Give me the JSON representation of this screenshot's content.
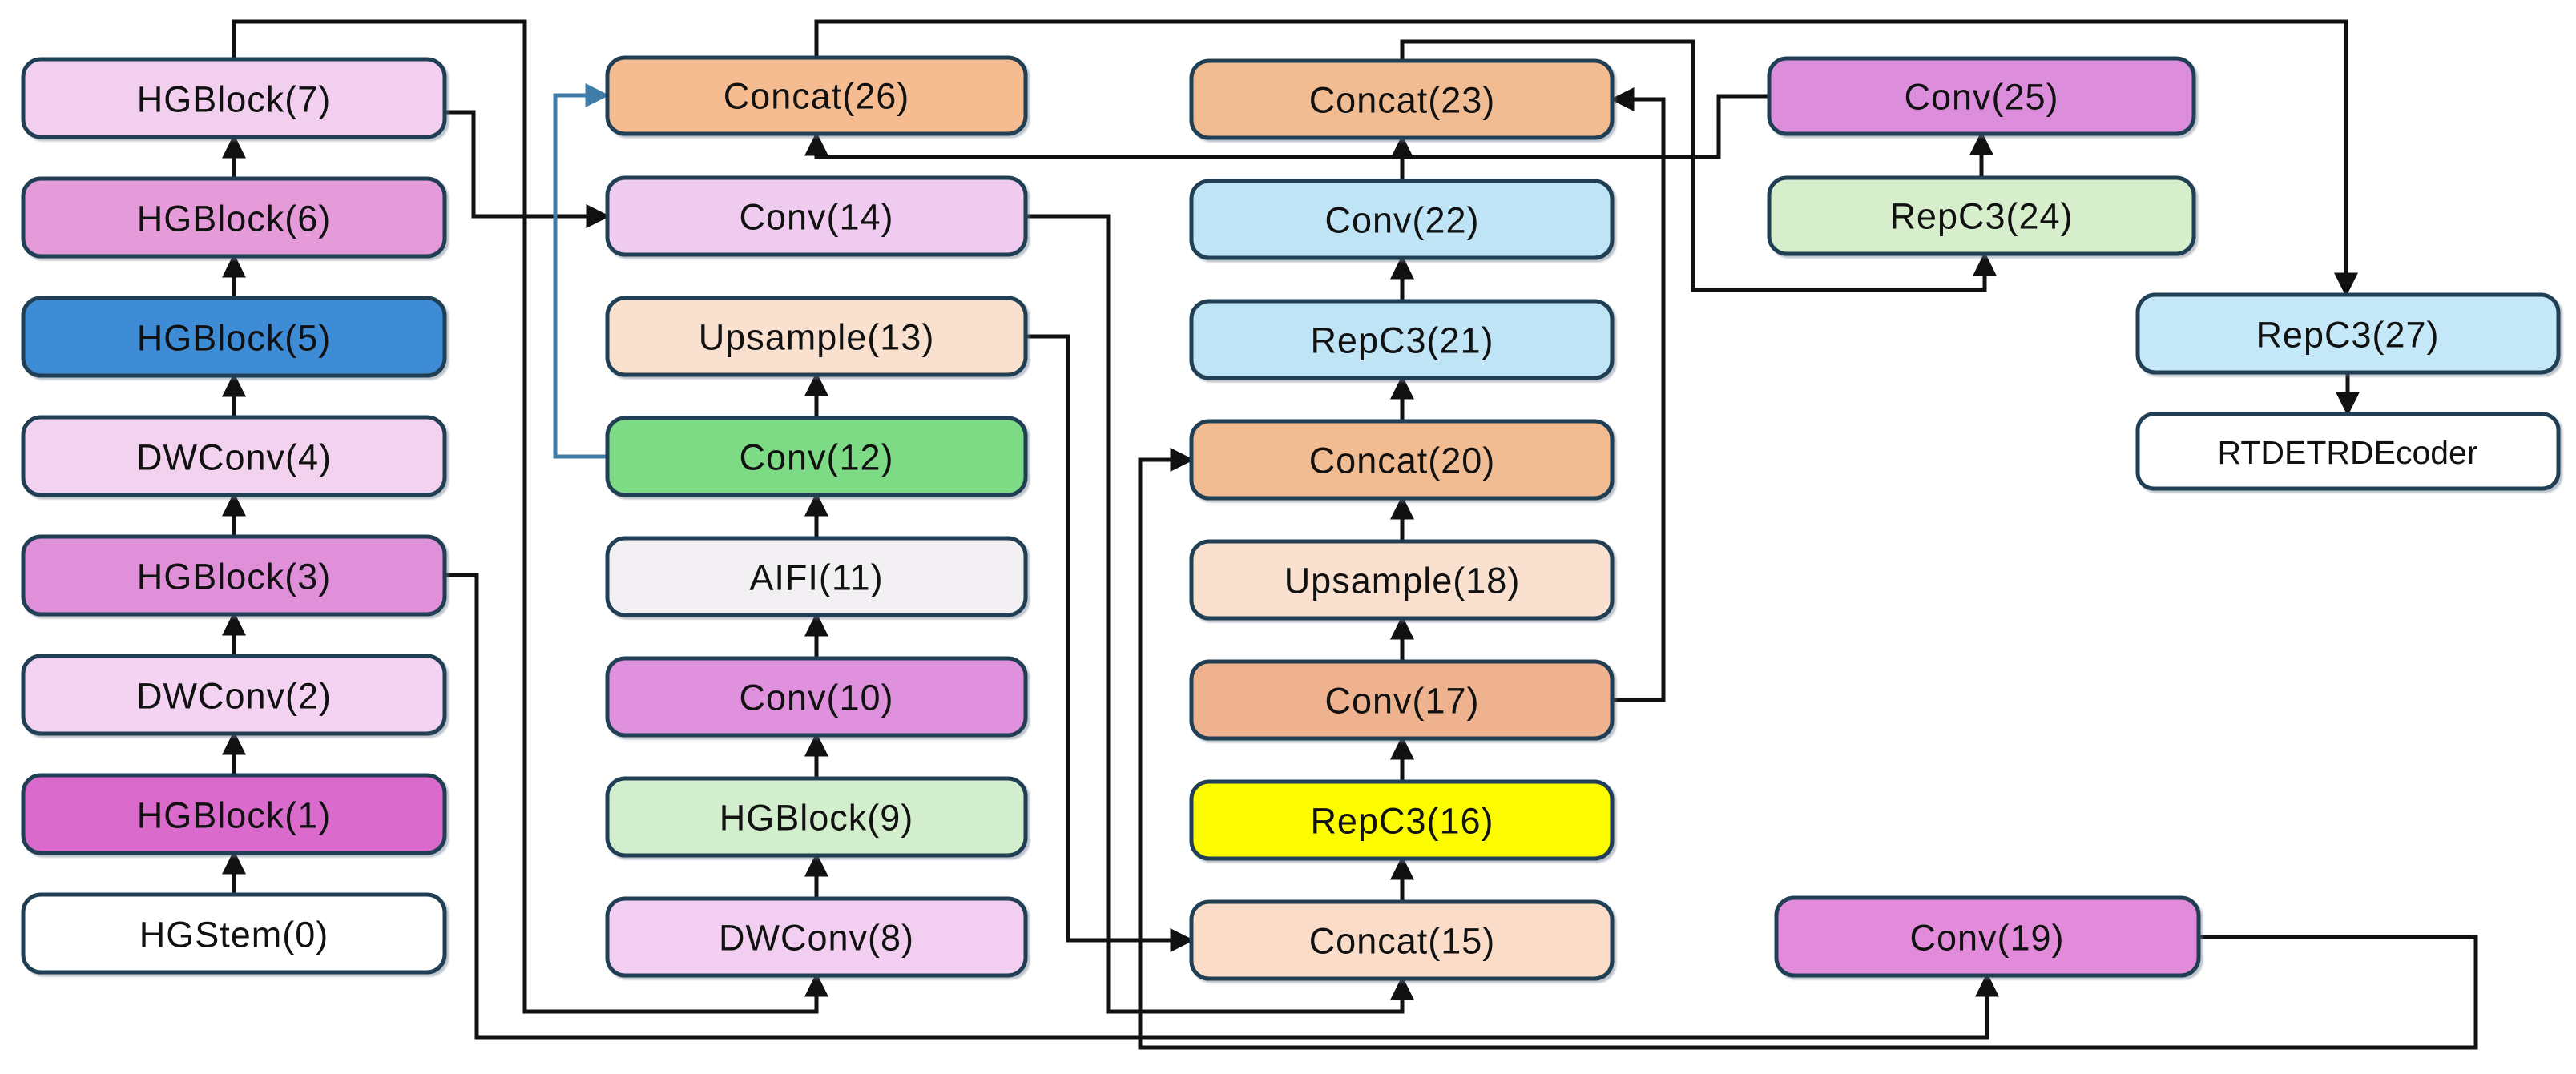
{
  "diagram": {
    "type": "model-architecture-flowchart",
    "description": "RT-DETR network architecture graph",
    "colors": {
      "background": "#ffffff",
      "node_border": "#203F54",
      "arrow": "#111111",
      "highlight_arrow": "#3F7CA8",
      "text": "#111111"
    },
    "nodes": [
      {
        "id": 0,
        "label": "HGStem(0)",
        "color": "#FFFFFF"
      },
      {
        "id": 1,
        "label": "HGBlock(1)",
        "color": "#DA6BCC"
      },
      {
        "id": 2,
        "label": "DWConv(2)",
        "color": "#F3D3F1"
      },
      {
        "id": 3,
        "label": "HGBlock(3)",
        "color": "#E08FD9"
      },
      {
        "id": 4,
        "label": "DWConv(4)",
        "color": "#F3D2F0"
      },
      {
        "id": 5,
        "label": "HGBlock(5)",
        "color": "#3E8BD6"
      },
      {
        "id": 6,
        "label": "HGBlock(6)",
        "color": "#E59AD9"
      },
      {
        "id": 7,
        "label": "HGBlock(7)",
        "color": "#F3CFEF"
      },
      {
        "id": 8,
        "label": "DWConv(8)",
        "color": "#F2CFF0"
      },
      {
        "id": 9,
        "label": "HGBlock(9)",
        "color": "#D3EECC"
      },
      {
        "id": 10,
        "label": "Conv(10)",
        "color": "#E091DE"
      },
      {
        "id": 11,
        "label": "AIFI(11)",
        "color": "#F2F0F2"
      },
      {
        "id": 12,
        "label": "Conv(12)",
        "color": "#7DDB85"
      },
      {
        "id": 13,
        "label": "Upsample(13)",
        "color": "#FAE1CF"
      },
      {
        "id": 14,
        "label": "Conv(14)",
        "color": "#F0CBF0"
      },
      {
        "id": 15,
        "label": "Concat(15)",
        "color": "#FADCC9"
      },
      {
        "id": 16,
        "label": "RepC3(16)",
        "color": "#FCFB00"
      },
      {
        "id": 17,
        "label": "Conv(17)",
        "color": "#EFB28E"
      },
      {
        "id": 18,
        "label": "Upsample(18)",
        "color": "#FAE0CE"
      },
      {
        "id": 19,
        "label": "Conv(19)",
        "color": "#E18BDA"
      },
      {
        "id": 20,
        "label": "Concat(20)",
        "color": "#F2BC92"
      },
      {
        "id": 21,
        "label": "RepC3(21)",
        "color": "#BFE4F6"
      },
      {
        "id": 22,
        "label": "Conv(22)",
        "color": "#BFE4F6"
      },
      {
        "id": 23,
        "label": "Concat(23)",
        "color": "#F2BC92"
      },
      {
        "id": 24,
        "label": "RepC3(24)",
        "color": "#D6EECB"
      },
      {
        "id": 25,
        "label": "Conv(25)",
        "color": "#DC8EDC"
      },
      {
        "id": 26,
        "label": "Concat(26)",
        "color": "#F4BC90"
      },
      {
        "id": 27,
        "label": "RepC3(27)",
        "color": "#C4E8F8"
      },
      {
        "id": 28,
        "label": "RTDETRDEcoder",
        "color": "#FFFFFF"
      }
    ],
    "edges": [
      {
        "from": "HGStem(0)",
        "to": "HGBlock(1)",
        "color": "black"
      },
      {
        "from": "HGBlock(1)",
        "to": "DWConv(2)",
        "color": "black"
      },
      {
        "from": "DWConv(2)",
        "to": "HGBlock(3)",
        "color": "black"
      },
      {
        "from": "HGBlock(3)",
        "to": "DWConv(4)",
        "color": "black"
      },
      {
        "from": "DWConv(4)",
        "to": "HGBlock(5)",
        "color": "black"
      },
      {
        "from": "HGBlock(5)",
        "to": "HGBlock(6)",
        "color": "black"
      },
      {
        "from": "HGBlock(6)",
        "to": "HGBlock(7)",
        "color": "black"
      },
      {
        "from": "HGBlock(7)",
        "to": "DWConv(8)",
        "color": "black"
      },
      {
        "from": "HGBlock(7)",
        "to": "Conv(14)",
        "color": "black"
      },
      {
        "from": "DWConv(8)",
        "to": "HGBlock(9)",
        "color": "black"
      },
      {
        "from": "HGBlock(9)",
        "to": "Conv(10)",
        "color": "black"
      },
      {
        "from": "Conv(10)",
        "to": "AIFI(11)",
        "color": "black"
      },
      {
        "from": "AIFI(11)",
        "to": "Conv(12)",
        "color": "black"
      },
      {
        "from": "Conv(12)",
        "to": "Upsample(13)",
        "color": "black"
      },
      {
        "from": "Conv(12)",
        "to": "Concat(26)",
        "color": "blue"
      },
      {
        "from": "Upsample(13)",
        "to": "Concat(15)",
        "color": "black"
      },
      {
        "from": "Conv(14)",
        "to": "Concat(15)",
        "color": "black"
      },
      {
        "from": "Concat(15)",
        "to": "RepC3(16)",
        "color": "black"
      },
      {
        "from": "RepC3(16)",
        "to": "Conv(17)",
        "color": "black"
      },
      {
        "from": "Conv(17)",
        "to": "Upsample(18)",
        "color": "black"
      },
      {
        "from": "Conv(17)",
        "to": "Concat(23)",
        "color": "black"
      },
      {
        "from": "Upsample(18)",
        "to": "Concat(20)",
        "color": "black"
      },
      {
        "from": "HGBlock(3)",
        "to": "Conv(19)",
        "color": "black"
      },
      {
        "from": "Conv(19)",
        "to": "Concat(20)",
        "color": "black"
      },
      {
        "from": "Concat(20)",
        "to": "RepC3(21)",
        "color": "black"
      },
      {
        "from": "RepC3(21)",
        "to": "Conv(22)",
        "color": "black"
      },
      {
        "from": "Conv(22)",
        "to": "Concat(23)",
        "color": "black"
      },
      {
        "from": "Concat(23)",
        "to": "RepC3(24)",
        "color": "black"
      },
      {
        "from": "RepC3(24)",
        "to": "Conv(25)",
        "color": "black"
      },
      {
        "from": "Conv(25)",
        "to": "Concat(26)",
        "color": "black"
      },
      {
        "from": "Concat(26)",
        "to": "RepC3(27)",
        "color": "black"
      },
      {
        "from": "RepC3(27)",
        "to": "RTDETRDEcoder",
        "color": "black"
      }
    ]
  }
}
